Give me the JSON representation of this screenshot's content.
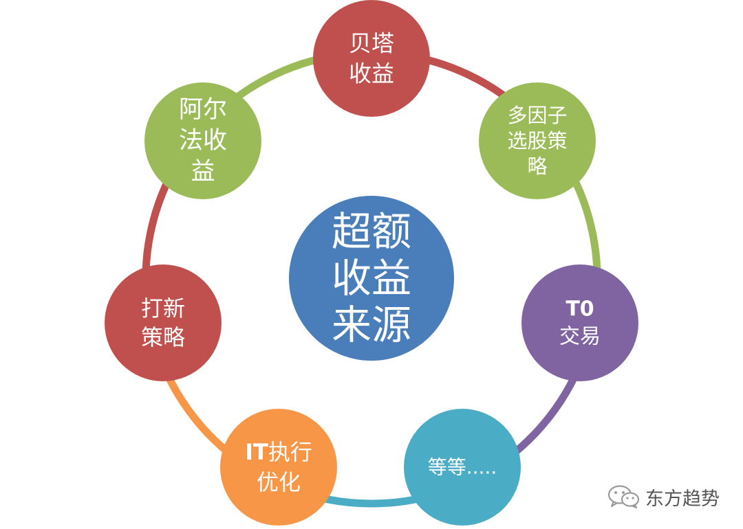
{
  "center": {
    "lines": [
      "超额",
      "收益",
      "来源"
    ],
    "color": "#4a7ebb"
  },
  "nodes": [
    {
      "id": "beta",
      "lines": [
        "贝塔",
        "收益"
      ],
      "color": "#c0504d"
    },
    {
      "id": "multifactor",
      "lines": [
        "多因子",
        "选股策",
        "略"
      ],
      "color": "#9bbb59"
    },
    {
      "id": "t0",
      "lines": [
        "T0",
        "交易"
      ],
      "color": "#8064a2"
    },
    {
      "id": "etc",
      "lines": [
        "等等....."
      ],
      "color": "#4bacc6"
    },
    {
      "id": "it",
      "lines": [
        "IT执行",
        "优化"
      ],
      "color": "#f79646"
    },
    {
      "id": "ipo",
      "lines": [
        "打新",
        "策略"
      ],
      "color": "#c0504d"
    },
    {
      "id": "alpha",
      "lines": [
        "阿尔",
        "法收",
        "益"
      ],
      "color": "#9bbb59"
    }
  ],
  "arcs": [
    {
      "from": "beta",
      "to": "multifactor",
      "color": "#c0504d"
    },
    {
      "from": "multifactor",
      "to": "t0",
      "color": "#9bbb59"
    },
    {
      "from": "t0",
      "to": "etc",
      "color": "#8064a2"
    },
    {
      "from": "etc",
      "to": "it",
      "color": "#4bacc6"
    },
    {
      "from": "it",
      "to": "ipo",
      "color": "#f79646"
    },
    {
      "from": "ipo",
      "to": "alpha",
      "color": "#c0504d"
    },
    {
      "from": "alpha",
      "to": "beta",
      "color": "#9bbb59"
    }
  ],
  "watermark": {
    "text": "东方趋势",
    "icon": "wechat-icon"
  }
}
